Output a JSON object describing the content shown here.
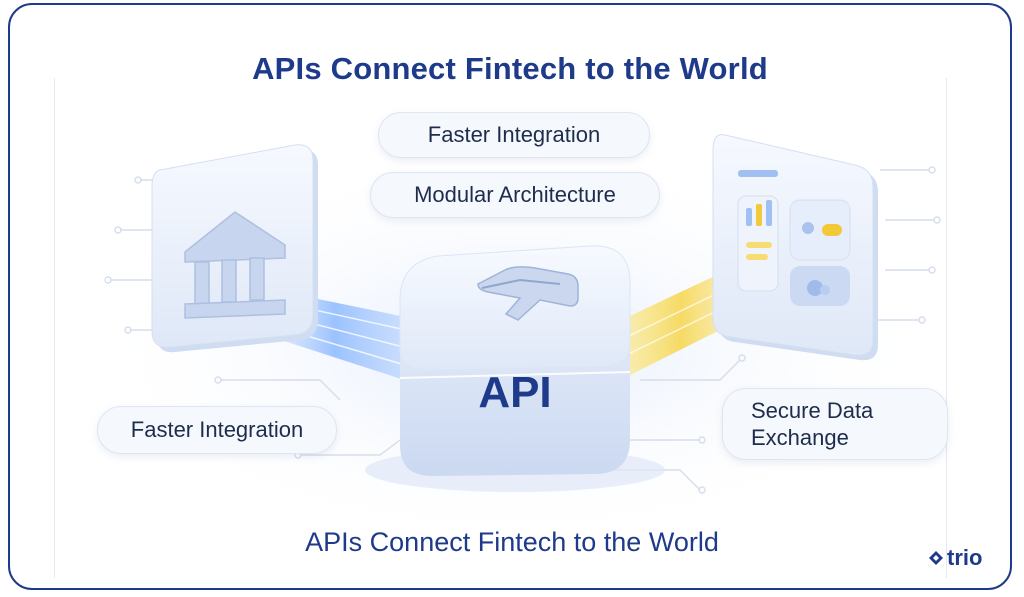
{
  "title": "APIs Connect Fintech to the World",
  "labels": {
    "top_pill_1": "Faster Integration",
    "top_pill_2": "Modular Architecture",
    "left_pill": "Faster Integration",
    "right_pill_line1": "Secure Data",
    "right_pill_line2": "Exchange"
  },
  "hub_label": "API",
  "caption": "APIs Connect Fintech to the World",
  "logo": {
    "text": "trio",
    "icon": "trio-diamond-icon"
  },
  "icons": {
    "left": "bank-icon",
    "right": "dashboard-app-icon",
    "hub": "api-hub-icon"
  },
  "colors": {
    "accent": "#1e3a8a",
    "blue_beam": "#7fb2ff",
    "yellow_beam": "#f6d54a",
    "tile": "#e9f0fb"
  }
}
